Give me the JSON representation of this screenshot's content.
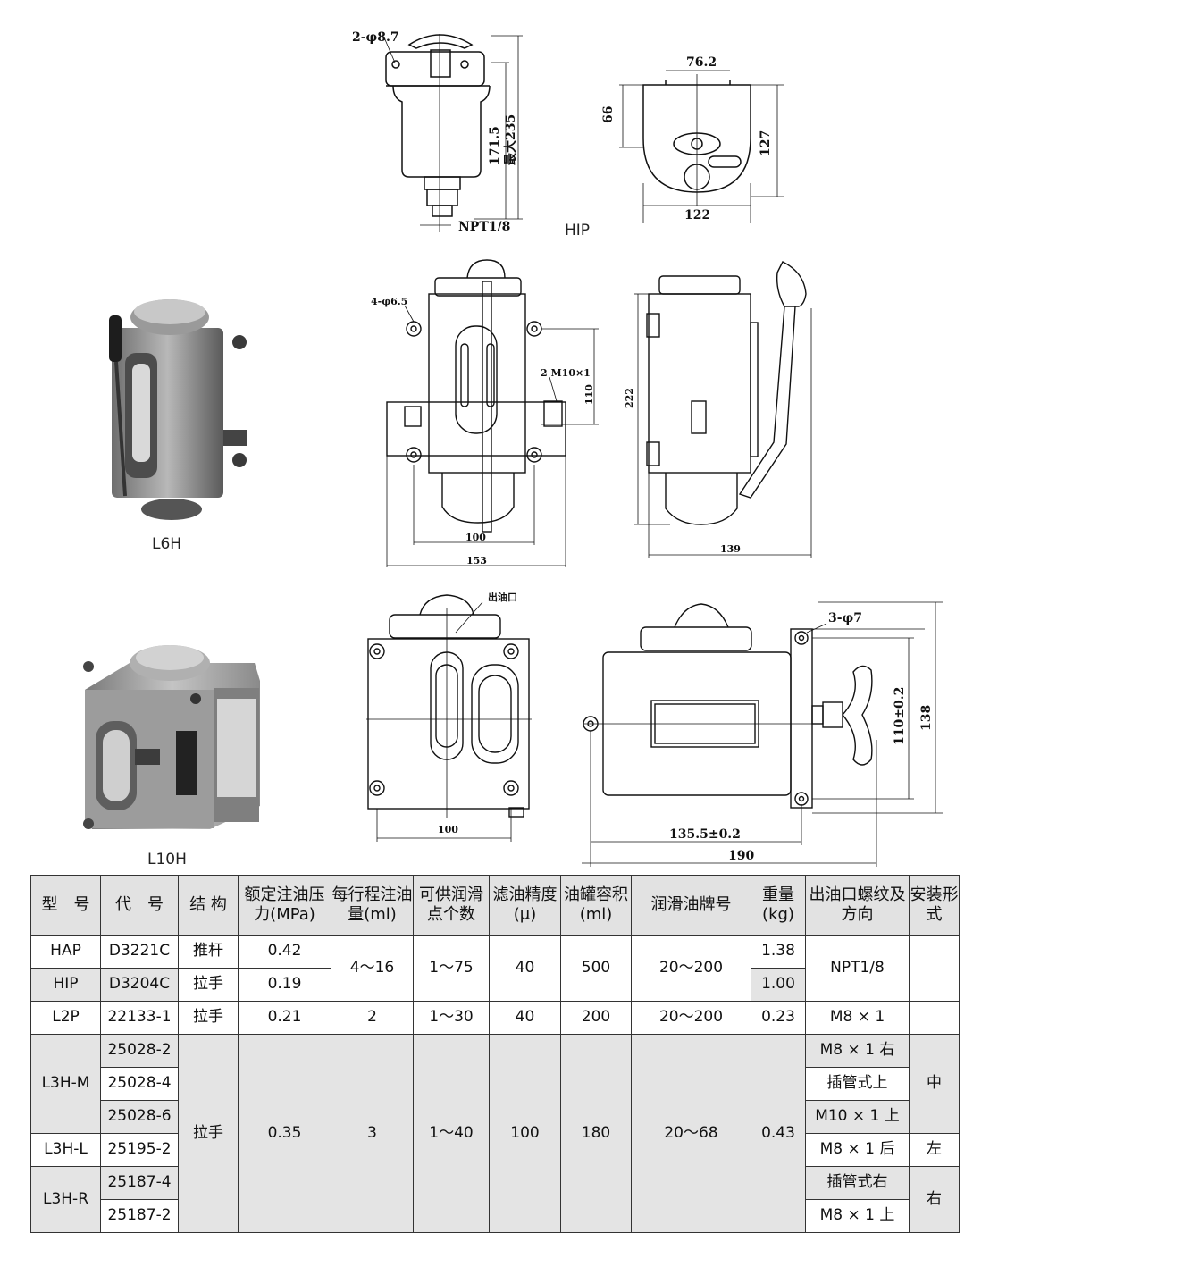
{
  "captions": {
    "hip": "HIP",
    "l6h": "L6H",
    "l10h": "L10H"
  },
  "dims": {
    "hip_holes": "2-φ8.7",
    "hip_height": "171.5",
    "hip_max": "最大235",
    "hip_thread": "NPT1/8",
    "hip_top_width": "76.2",
    "hip_side_66": "66",
    "hip_side_127": "127",
    "hip_bottom_122": "122",
    "l6h_holes": "4-φ6.5",
    "l6h_thread": "2 M10×1",
    "l6h_110": "110",
    "l6h_222": "222",
    "l6h_100": "100",
    "l6h_153": "153",
    "l6h_139": "139",
    "l10h_outlet": "出油口",
    "l10h_100": "100",
    "l10h_holes": "3-φ7",
    "l10h_110": "110±0.2",
    "l10h_138": "138",
    "l10h_135": "135.5±0.2",
    "l10h_190": "190"
  },
  "table": {
    "headers": [
      "型　号",
      "代　号",
      "结 构",
      "额定注油压力(MPa)",
      "每行程注油量(ml)",
      "可供润滑点个数",
      "滤油精度(μ)",
      "油罐容积(ml)",
      "润滑油牌号",
      "重量(kg)",
      "出油口螺纹及方向",
      "安装形式"
    ],
    "hap": {
      "model": "HAP",
      "code": "D3221C",
      "structure": "推杆",
      "pressure": "0.42",
      "weight": "1.38"
    },
    "hip": {
      "model": "HIP",
      "code": "D3204C",
      "structure": "拉手",
      "pressure": "0.19",
      "weight": "1.00"
    },
    "hap_hip_shared": {
      "volume_per_stroke": "4～16",
      "points": "1～75",
      "filter": "40",
      "tank": "500",
      "oil": "20～200",
      "thread": "NPT1/8"
    },
    "l2p": {
      "model": "L2P",
      "code": "22133-1",
      "structure": "拉手",
      "pressure": "0.21",
      "volume_per_stroke": "2",
      "points": "1～30",
      "filter": "40",
      "tank": "200",
      "oil": "20～200",
      "weight": "0.23",
      "thread": "M8 × 1"
    },
    "l3h_shared": {
      "structure": "拉手",
      "pressure": "0.35",
      "volume_per_stroke": "3",
      "points": "1～40",
      "filter": "100",
      "tank": "180",
      "oil": "20～68",
      "weight": "0.43"
    },
    "l3h_m": {
      "model": "L3H-M",
      "codes": [
        "25028-2",
        "25028-4",
        "25028-6"
      ],
      "threads": [
        "M8 × 1 右",
        "插管式上",
        "M10 × 1 上"
      ],
      "mount": "中"
    },
    "l3h_l": {
      "model": "L3H-L",
      "code": "25195-2",
      "thread": "M8 × 1 后",
      "mount": "左"
    },
    "l3h_r": {
      "model": "L3H-R",
      "codes": [
        "25187-4",
        "25187-2"
      ],
      "threads": [
        "插管式右",
        "M8 × 1 上"
      ],
      "mount": "右"
    }
  }
}
